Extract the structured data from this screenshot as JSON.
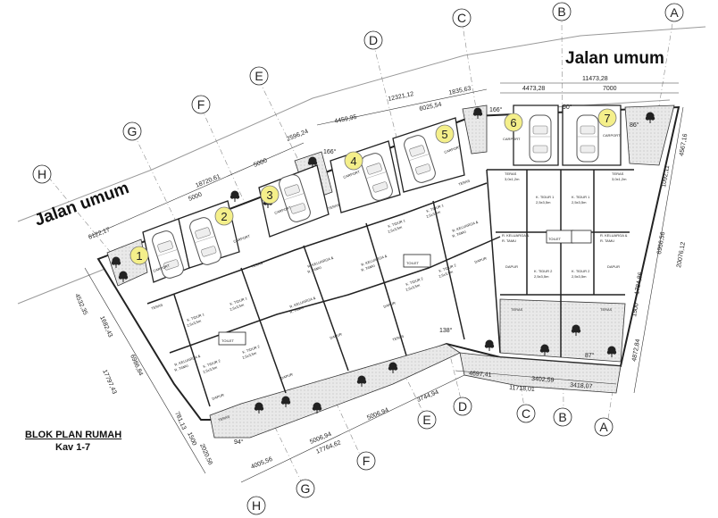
{
  "title": "BLOK PLAN RUMAH",
  "subtitle": "Kav 1-7",
  "roads": {
    "top": "Jalan umum",
    "left": "Jalan umum"
  },
  "grid_axes": [
    "A",
    "B",
    "C",
    "D",
    "E",
    "F",
    "G",
    "H"
  ],
  "lots": [
    "1",
    "2",
    "3",
    "4",
    "5",
    "6",
    "7"
  ],
  "rooms": {
    "carport": "CARPORT",
    "teras": "TERAS",
    "teras_size": "3,0x1,2m",
    "tidur1": "K. TIDUR 1",
    "tidur2": "K. TIDUR 2",
    "tidur_size": "2,5x3,5m",
    "keluarga": "R. KELUARGA &",
    "tamu": "R. TAMU",
    "dapur": "DAPUR",
    "toilet": "TOILET"
  },
  "dims": {
    "d11473": "11473,28",
    "d4473": "4473,28",
    "d7000": "7000",
    "d12321": "12321,12",
    "d1835": "1835,63",
    "d4459": "4459,95",
    "d6025": "6025,54",
    "d18720": "18720,61",
    "d5000a": "5000",
    "d5000b": "5000",
    "d2596": "2596,24",
    "d6122": "6122,17",
    "d4532": "4532,35",
    "d1682": "1682,43",
    "d17797": "17797,43",
    "d6986": "6986,84",
    "d781": "781,13",
    "d1500l": "1500",
    "d2020": "2020,56",
    "d4005": "4005,56",
    "d5006a": "5006,94",
    "d5006b": "5006,94",
    "d17764": "17764,62",
    "d3744": "3744,94",
    "d4697": "4697,41",
    "d3402": "3402,59",
    "d11718": "11718,01",
    "d3418": "3418,07",
    "d4567": "4567,16",
    "d1092": "1092,11",
    "d6956": "6956,56",
    "d20076": "20076,12",
    "d1784": "1784,86",
    "d1500r": "1500",
    "d4872": "4872,84",
    "a166a": "166°",
    "a166b": "166°",
    "a90": "90°",
    "a86": "86°",
    "a138": "138°",
    "a87": "87°",
    "a94": "94°"
  }
}
